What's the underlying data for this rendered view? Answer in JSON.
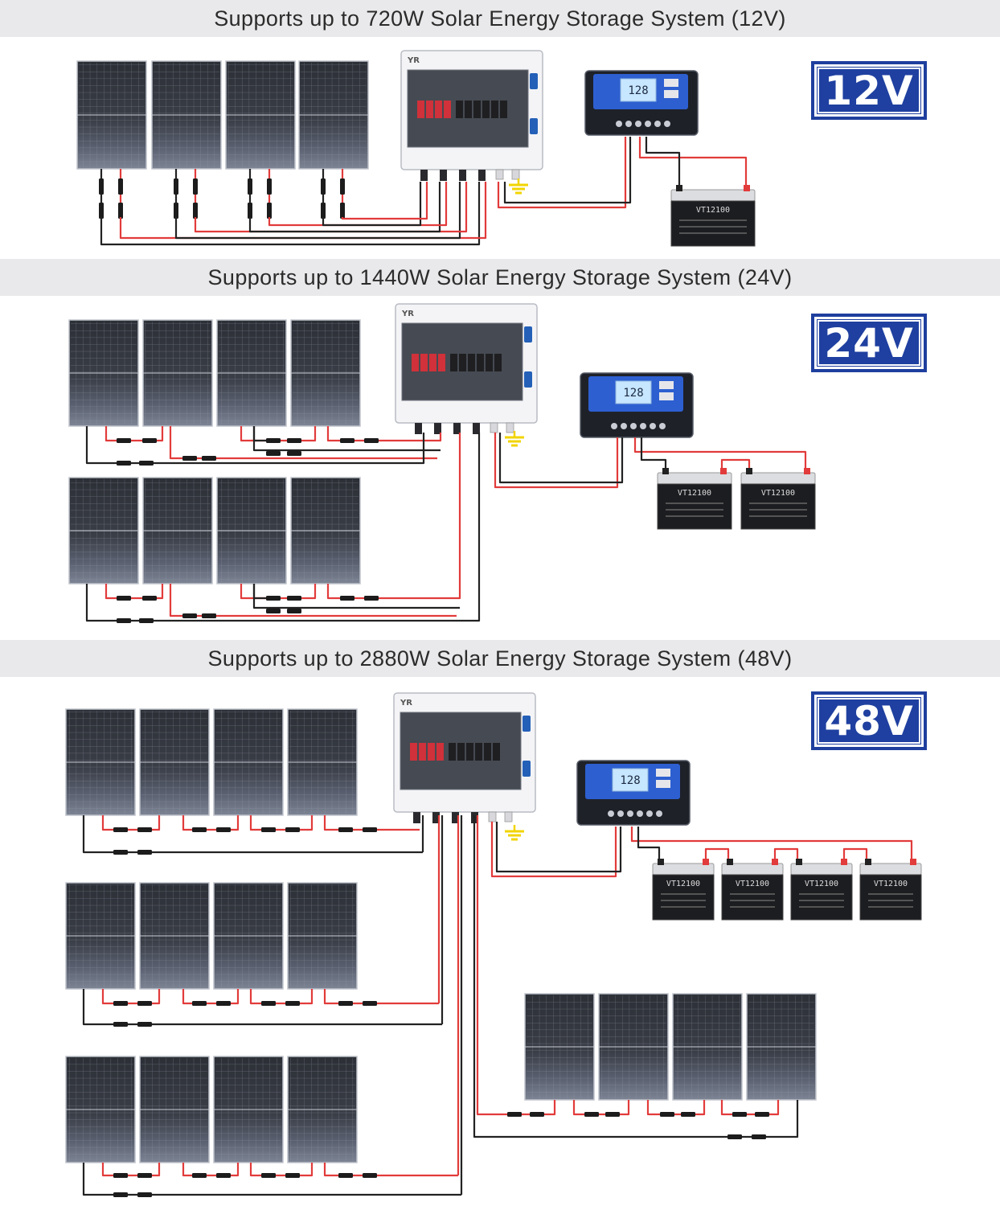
{
  "sections": [
    {
      "title": "Supports up to 720W Solar Energy Storage System (12V)",
      "badge": "12V"
    },
    {
      "title": "Supports up to 1440W Solar Energy Storage System (24V)",
      "badge": "24V"
    },
    {
      "title": "Supports up to 2880W Solar Energy Storage System (48V)",
      "badge": "48V"
    }
  ],
  "combiner_brand": "YR",
  "controller_display": "128",
  "battery_label": "VT12100",
  "colors": {
    "badge_blue": "#1f40a0",
    "wire_red": "#e23b3b",
    "wire_black": "#222222",
    "ground_yellow": "#f2d400",
    "breaker_red": "#d0313a"
  }
}
